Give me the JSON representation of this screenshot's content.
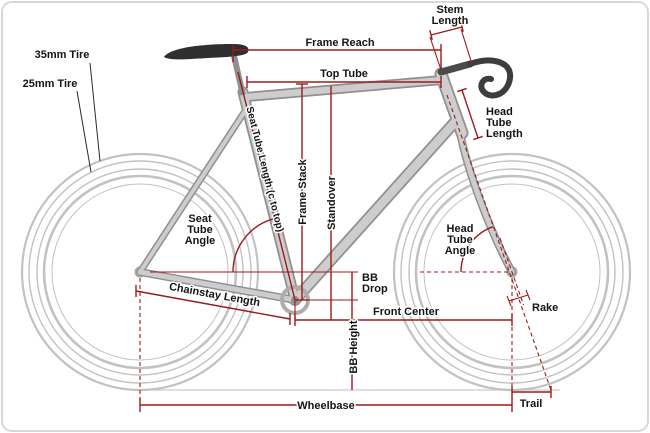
{
  "diagram": {
    "title": "Bicycle Geometry Diagram",
    "colors": {
      "dimension_line": "#9b1b1b",
      "frame_fill": "#cdcdcd",
      "frame_outline": "#8f8f8f",
      "wheel": "#c2c2c2",
      "text": "#141414"
    },
    "labels": {
      "tire_35": "35mm Tire",
      "tire_25": "25mm Tire",
      "frame_reach": "Frame Reach",
      "top_tube": "Top Tube",
      "stem_length": [
        "Stem",
        "Length"
      ],
      "head_tube_length": [
        "Head",
        "Tube",
        "Length"
      ],
      "seat_tube_length": "Seat Tube Length (c to top)",
      "frame_stack": "Frame Stack",
      "standover": "Standover",
      "seat_tube_angle": [
        "Seat",
        "Tube",
        "Angle"
      ],
      "head_tube_angle": [
        "Head",
        "Tube",
        "Angle"
      ],
      "bb_drop": [
        "BB",
        "Drop"
      ],
      "bb_height": "BB Height",
      "chainstay_length": "Chainstay Length",
      "front_center": "Front Center",
      "wheelbase": "Wheelbase",
      "rake": "Rake",
      "trail": "Trail"
    }
  }
}
